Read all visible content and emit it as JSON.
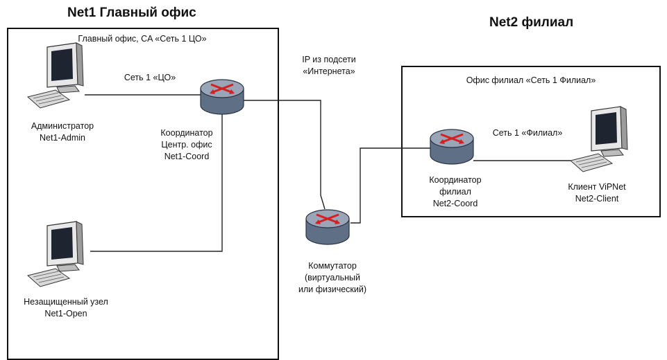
{
  "net1": {
    "title": "Net1 Главный офис",
    "box_label": "Главный офис, CA  «Сеть 1 ЦО»",
    "link_label": "Сеть 1 «ЦО»",
    "admin": {
      "line1": "Администратор",
      "line2": "Net1-Admin"
    },
    "coord": {
      "line1": "Координатор",
      "line2": "Центр. офис",
      "line3": "Net1-Coord"
    },
    "open": {
      "line1": "Незащищенный узел",
      "line2": "Net1-Open"
    }
  },
  "net2": {
    "title": "Net2 филиал",
    "box_label": "Офис филиал «Сеть 1 Филиал»",
    "link_label": "Сеть 1 «Филиал»",
    "coord": {
      "line1": "Координатор",
      "line2": "филиал",
      "line3": "Net2-Coord"
    },
    "client": {
      "line1": "Клиент ViPNet",
      "line2": "Net2-Client"
    }
  },
  "internet": {
    "line1": "IP из подсети",
    "line2": "«Интернета»"
  },
  "switch": {
    "line1": "Коммутатор",
    "line2": "(виртуальный",
    "line3": "или физический)"
  },
  "colors": {
    "router_body": "#5f6f86",
    "router_top": "#9aa6b8",
    "arrow": "#d42020",
    "line": "#222222"
  }
}
